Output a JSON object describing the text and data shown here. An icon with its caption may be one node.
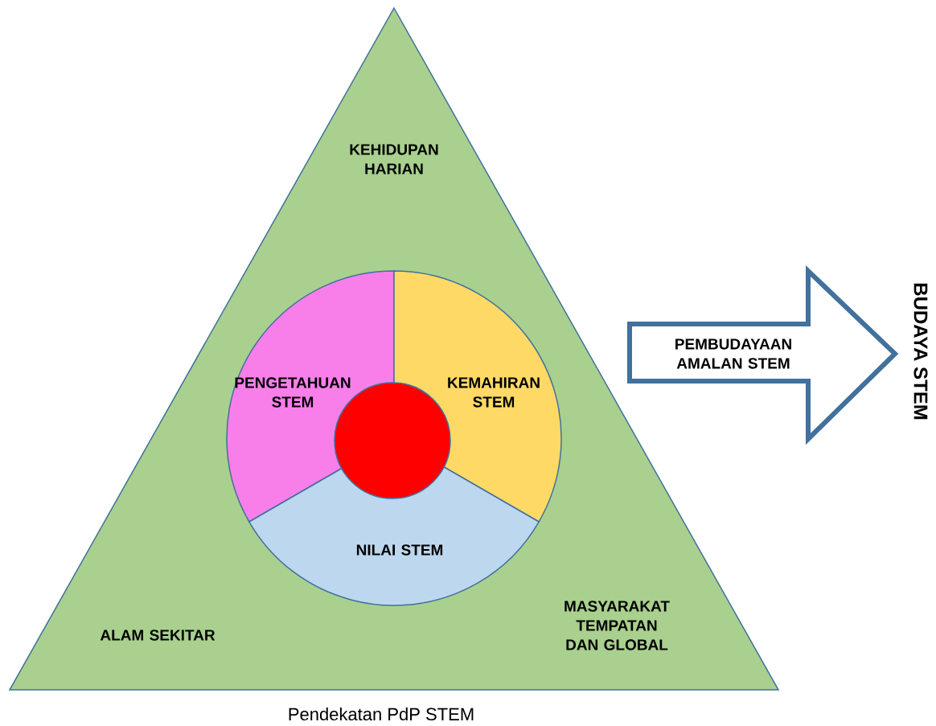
{
  "diagram": {
    "caption": "Pendekatan PdP STEM",
    "nodes": [
      {
        "text": [
          "KEHIDUPAN HARIAN",
          "ALAM SEKITAR",
          "MASYARAKAT TEMPATAN DAN GLOBAL"
        ]
      },
      {
        "text": [
          "PENGETAHUAN STEM"
        ],
        "in": 0
      },
      {
        "text": [
          "KEMAHIRAN STEM"
        ],
        "in": 0
      },
      {
        "text": [
          "NILAI STEM"
        ],
        "in": 0
      },
      {
        "text": [],
        "shape": "circle",
        "in": 0
      },
      {
        "text": [
          "PEMBUDAYAAN AMALAN STEM"
        ]
      }
    ],
    "labels": [
      "BUDAYA STEM"
    ]
  }
}
